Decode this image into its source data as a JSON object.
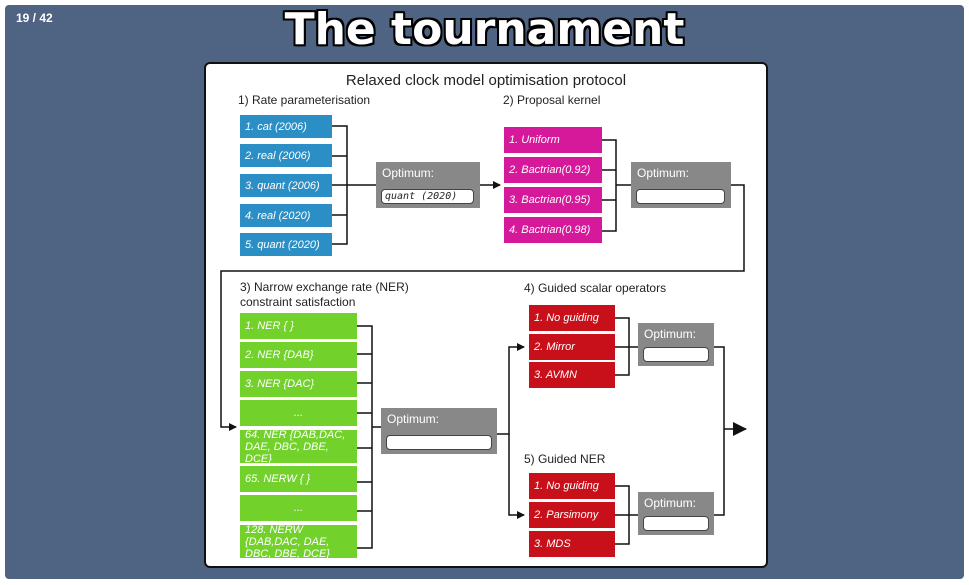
{
  "slide": {
    "counter": "19 / 42",
    "title": "The tournament"
  },
  "panel": {
    "title": "Relaxed clock model optimisation protocol",
    "section1": {
      "heading": "1) Rate parameterisation",
      "items": [
        "1. cat (2006)",
        "2. real (2006)",
        "3. quant (2006)",
        "4. real (2020)",
        "5. quant (2020)"
      ],
      "optimum_label": "Optimum:",
      "optimum_value": "quant (2020)"
    },
    "section2": {
      "heading": "2) Proposal kernel",
      "items": [
        "1. Uniform",
        "2. Bactrian(0.92)",
        "3. Bactrian(0.95)",
        "4. Bactrian(0.98)"
      ],
      "optimum_label": "Optimum:",
      "optimum_value": ""
    },
    "section3": {
      "heading_line1": "3) Narrow exchange rate (NER)",
      "heading_line2": "constraint satisfaction",
      "items": [
        "1. NER { }",
        "2. NER {DAB}",
        "3. NER {DAC}",
        "...",
        "64. NER {DAB,DAC, DAE, DBC, DBE, DCE}",
        "65. NERW { }",
        "...",
        "128. NERW {DAB,DAC, DAE, DBC, DBE, DCE}"
      ],
      "optimum_label": "Optimum:",
      "optimum_value": ""
    },
    "section4": {
      "heading": "4) Guided scalar operators",
      "items": [
        "1. No guiding",
        "2. Mirror",
        "3. AVMN"
      ],
      "optimum_label": "Optimum:",
      "optimum_value": ""
    },
    "section5": {
      "heading": "5) Guided NER",
      "items": [
        "1. No guiding",
        "2. Parsimony",
        "3. MDS"
      ],
      "optimum_label": "Optimum:",
      "optimum_value": ""
    }
  },
  "colors": {
    "background": "#4f6383",
    "blue": "#2b8fc6",
    "pink": "#d6199a",
    "green": "#72d22b",
    "red": "#c8101a",
    "optimum": "#888888"
  }
}
